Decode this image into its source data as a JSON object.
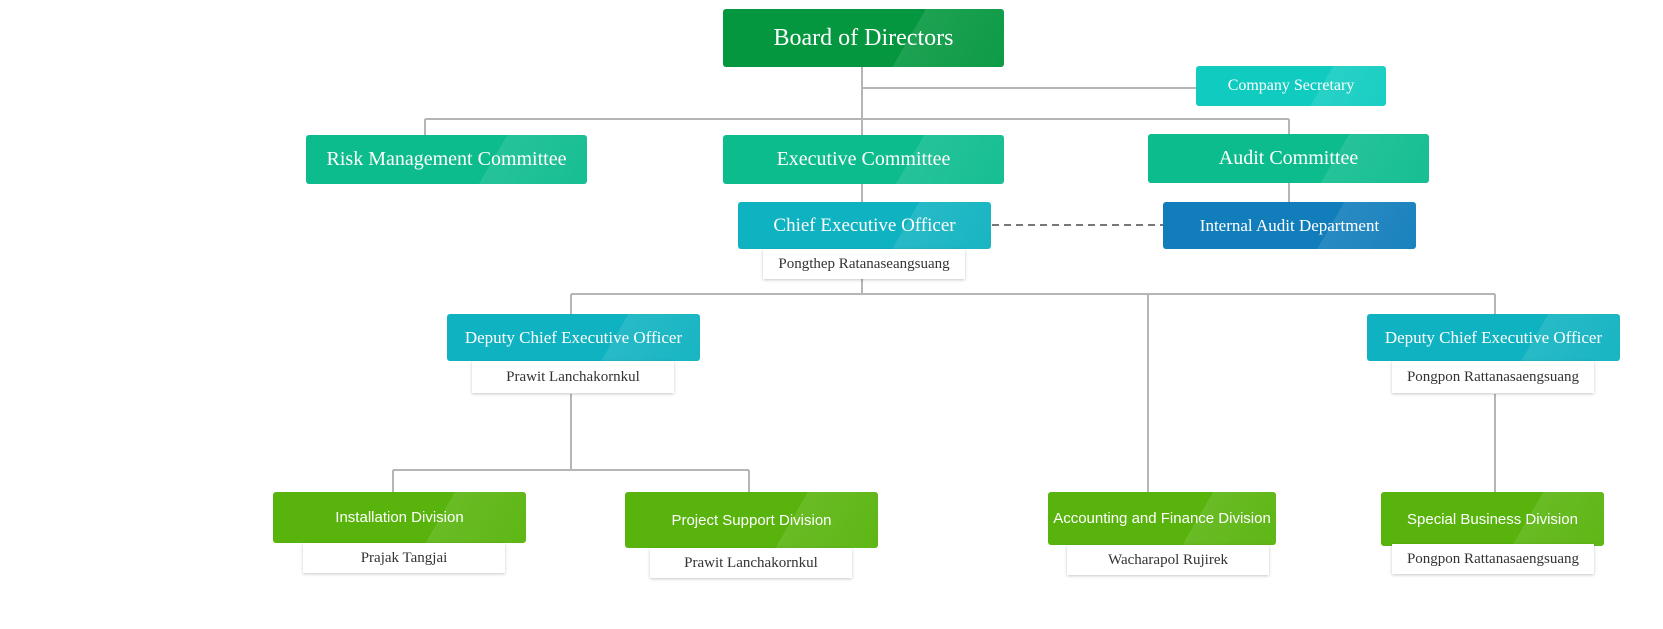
{
  "colors": {
    "board": "#04973f",
    "committee": "#0dbc8d",
    "secretary": "#10ccc0",
    "officer": "#0fb2c0",
    "internal_audit": "#117dbb",
    "division": "#58b40c",
    "line": "#b5b5b5",
    "dashed": "#777777"
  },
  "nodes": {
    "board": {
      "label": "Board of Directors"
    },
    "secretary": {
      "label": "Company Secretary"
    },
    "risk": {
      "label": "Risk Management Committee"
    },
    "executive": {
      "label": "Executive Committee"
    },
    "audit": {
      "label": "Audit Committee"
    },
    "ceo": {
      "label": "Chief Executive Officer",
      "person": "Pongthep Ratanaseangsuang"
    },
    "internal_audit": {
      "label": "Internal Audit Department"
    },
    "deputy_left": {
      "label": "Deputy Chief Executive Officer",
      "person": "Prawit Lanchakornkul"
    },
    "deputy_right": {
      "label": "Deputy Chief Executive Officer",
      "person": "Pongpon Rattanasaengsuang"
    },
    "installation": {
      "label": "Installation Division",
      "person": "Prajak Tangjai"
    },
    "project_support": {
      "label": "Project Support Division",
      "person": "Prawit Lanchakornkul"
    },
    "accounting": {
      "label": "Accounting and Finance Division",
      "person": "Wacharapol  Rujirek"
    },
    "special_business": {
      "label": "Special Business Division",
      "person": "Pongpon Rattanasaengsuang"
    }
  }
}
